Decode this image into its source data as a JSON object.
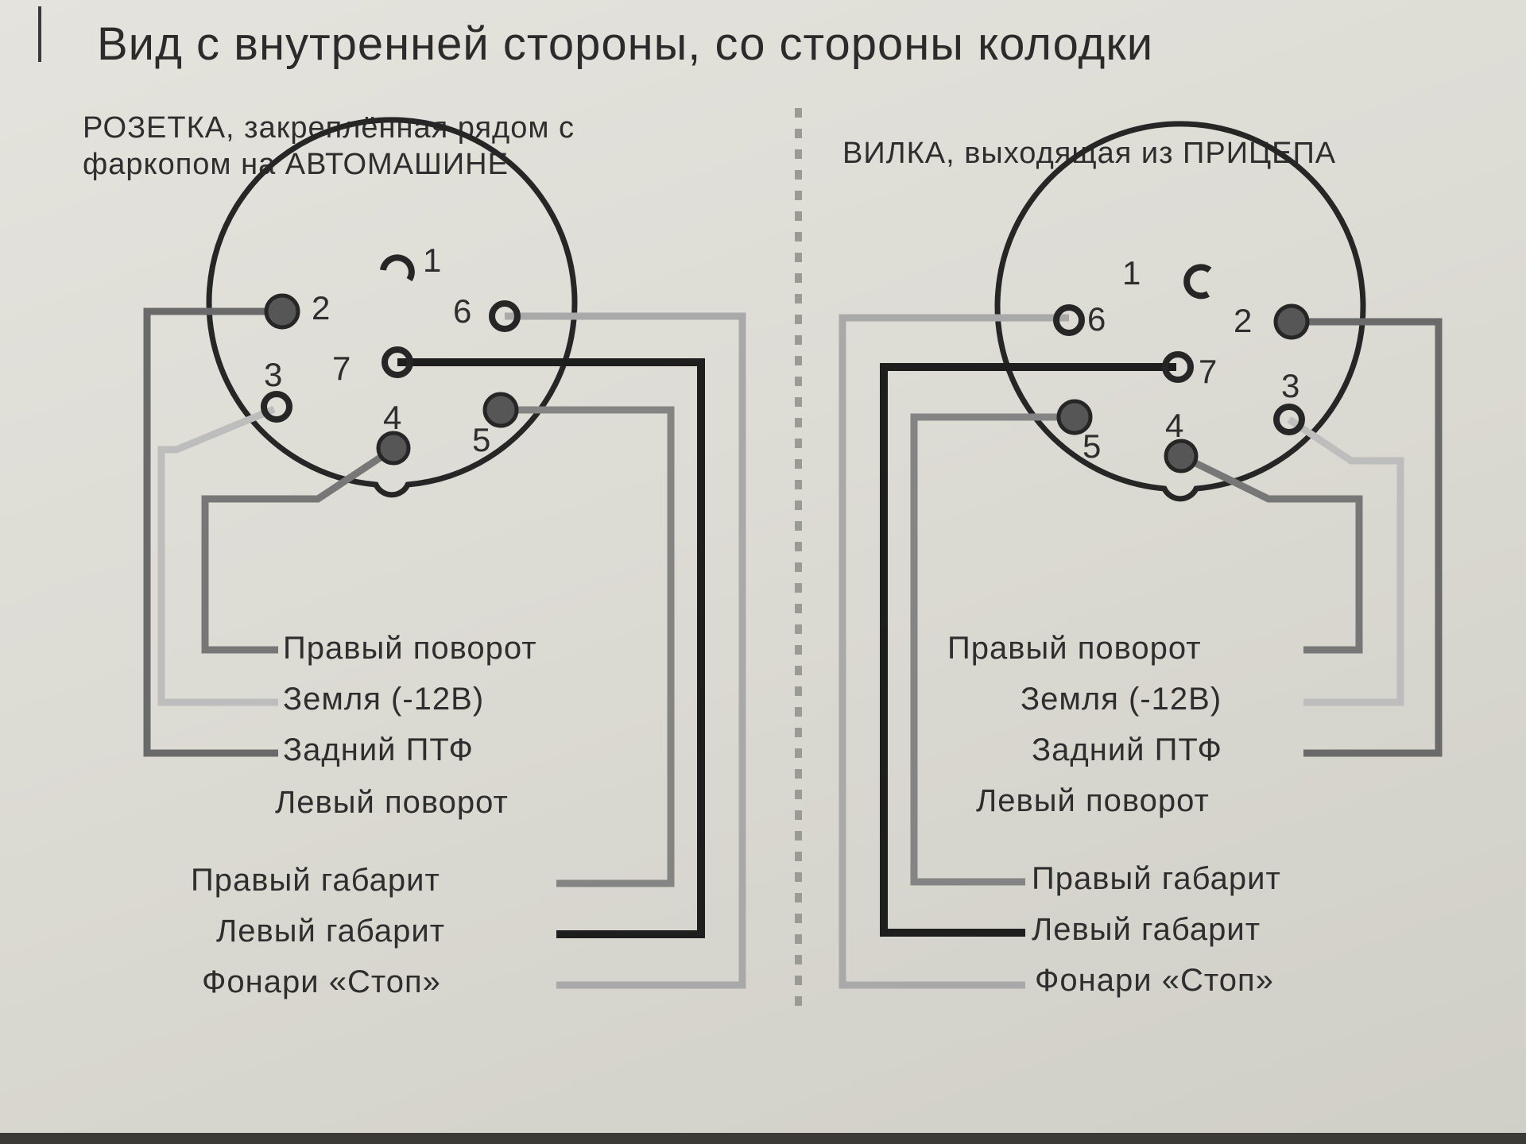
{
  "title": "Вид с внутренней стороны, со стороны колодки",
  "left_panel": {
    "heading_line1": "РОЗЕТКА, закреплённая рядом с",
    "heading_line2": "фаркопом на АВТОМАШИНЕ",
    "pins": [
      "1",
      "2",
      "3",
      "4",
      "5",
      "6",
      "7"
    ],
    "labels": {
      "right_turn": "Правый поворот",
      "ground": "Земля (-12В)",
      "rear_fog": "Задний ПТФ",
      "left_turn": "Левый поворот",
      "right_marker": "Правый габарит",
      "left_marker": "Левый габарит",
      "stop": "Фонари «Стоп»"
    }
  },
  "right_panel": {
    "heading": "ВИЛКА, выходящая из ПРИЦЕПА",
    "pins": [
      "1",
      "2",
      "3",
      "4",
      "5",
      "6",
      "7"
    ],
    "labels": {
      "right_turn": "Правый поворот",
      "ground": "Земля (-12В)",
      "rear_fog": "Задний ПТФ",
      "left_turn": "Левый поворот",
      "right_marker": "Правый габарит",
      "left_marker": "Левый габарит",
      "stop": "Фонари «Стоп»"
    }
  },
  "colors": {
    "wire_dark": "#202020",
    "wire_mid": "#6e6e6e",
    "wire_light": "#a6a6a6",
    "connector_outline": "#262626"
  }
}
